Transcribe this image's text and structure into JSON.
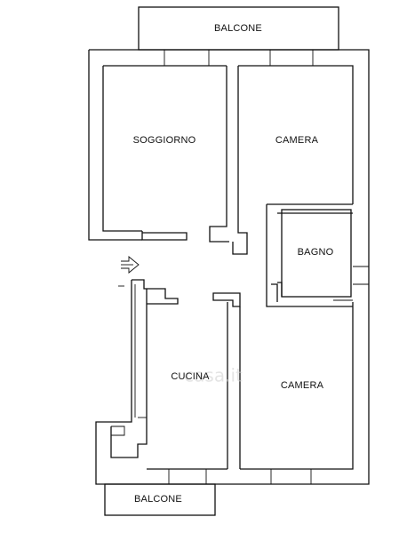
{
  "floorplan": {
    "rooms": {
      "balcone_top": "BALCONE",
      "soggiorno": "SOGGIORNO",
      "camera_top": "CAMERA",
      "bagno": "BAGNO",
      "cucina": "CUCINA",
      "camera_bottom": "CAMERA",
      "balcone_bottom": "BALCONE"
    },
    "watermark": "casa.it",
    "entrance_icon": "entrance-arrow-icon"
  }
}
